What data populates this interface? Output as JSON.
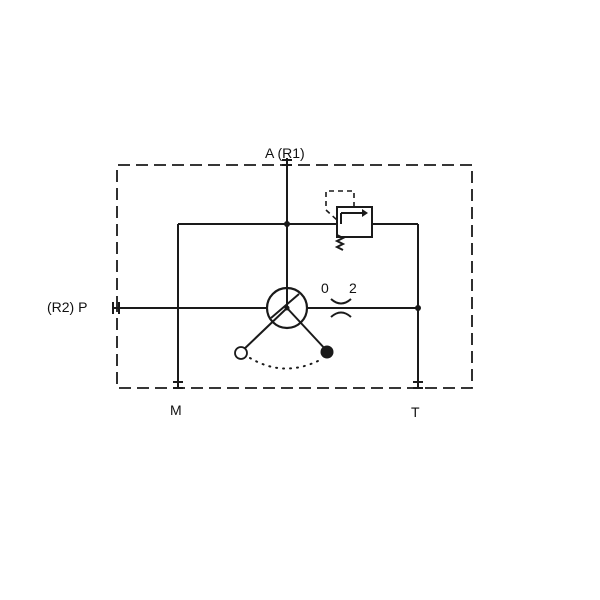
{
  "ports": {
    "a": "A (R1)",
    "p": "(R2) P",
    "m": "M",
    "t": "T"
  },
  "throttle": {
    "low": "0",
    "high": "2"
  }
}
